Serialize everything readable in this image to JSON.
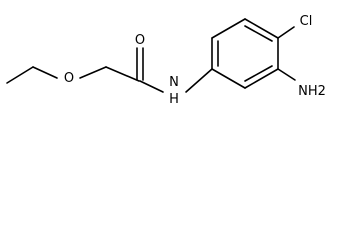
{
  "molecule": {
    "atom_labels": {
      "carbonyl_oxygen": "O",
      "ether_oxygen": "O",
      "amide_nitrogen": "N",
      "amide_hydrogen": "H",
      "chlorine": "Cl",
      "amino": "NH2"
    }
  }
}
